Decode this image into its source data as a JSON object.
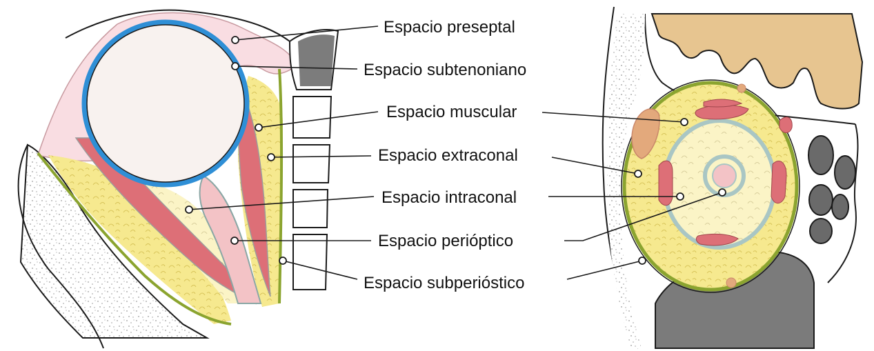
{
  "labels": {
    "preseptal": "Espacio preseptal",
    "subtenoniano": "Espacio subtenoniano",
    "muscular": "Espacio muscular",
    "extraconal": "Espacio extraconal",
    "intraconal": "Espacio intraconal",
    "perioptico": "Espacio perióptico",
    "subperiostico": "Espacio subperióstico"
  },
  "colors": {
    "fat_yellow": "#f6e98f",
    "fat_pale": "#fbf4c6",
    "muscle_red": "#dd6f77",
    "muscle_pale": "#f3c3c6",
    "eyelid_pink": "#f9dde2",
    "globe": "#f8f2ef",
    "sclera_blue": "#2f8fd6",
    "periosteum_green": "#8ba42f",
    "bone_brown": "#e7c590",
    "sinus_gray": "#7b7b7b",
    "nerve_sheath": "#a9c6c4",
    "bone_speckle": "#aaaaaa"
  }
}
